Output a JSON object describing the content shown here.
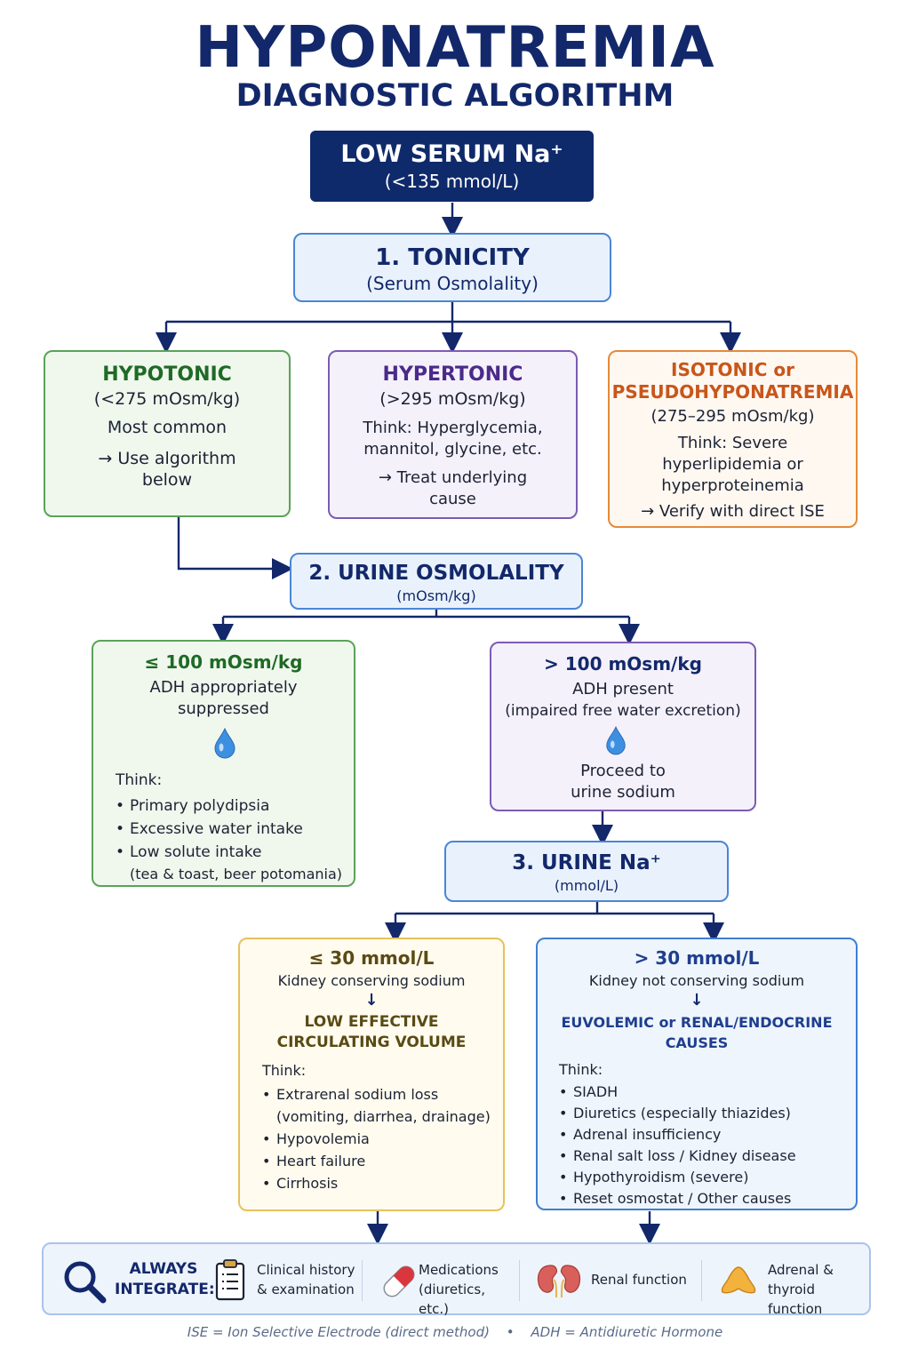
{
  "title": "HYPONATREMIA",
  "subtitle": "DIAGNOSTIC ALGORITHM",
  "start": {
    "line1": "LOW SERUM Na⁺",
    "line2": "(<135 mmol/L)"
  },
  "step1": {
    "title": "1. TONICITY",
    "sub": "(Serum Osmolality)"
  },
  "hypotonic": {
    "title": "HYPOTONIC",
    "range": "(<275 mOsm/kg)",
    "note": "Most common",
    "action1": "→ Use algorithm",
    "action2": "below"
  },
  "hypertonic": {
    "title": "HYPERTONIC",
    "range": "(>295 mOsm/kg)",
    "think1": "Think: Hyperglycemia,",
    "think2": "mannitol, glycine, etc.",
    "action1": "→ Treat underlying",
    "action2": "cause"
  },
  "isotonic": {
    "title1": "ISOTONIC or",
    "title2": "PSEUDOHYPONATREMIA",
    "range": "(275–295 mOsm/kg)",
    "think1": "Think: Severe",
    "think2": "hyperlipidemia or",
    "think3": "hyperproteinemia",
    "action": "→ Verify with direct ISE"
  },
  "step2": {
    "title": "2. URINE OSMOLALITY",
    "sub": "(mOsm/kg)"
  },
  "low_uosm": {
    "title": "≤ 100 mOsm/kg",
    "desc1": "ADH appropriately",
    "desc2": "suppressed",
    "think": "Think:",
    "items": [
      "Primary polydipsia",
      "Excessive water intake",
      "Low solute intake"
    ],
    "extra": "(tea & toast, beer potomania)"
  },
  "high_uosm": {
    "title": "> 100 mOsm/kg",
    "desc1": "ADH present",
    "desc2": "(impaired free water excretion)",
    "proceed1": "Proceed to",
    "proceed2": "urine sodium"
  },
  "step3": {
    "title": "3. URINE Na⁺",
    "sub": "(mmol/L)"
  },
  "low_una": {
    "title": "≤ 30 mmol/L",
    "desc": "Kidney conserving sodium",
    "arrow": "↓",
    "head1": "LOW EFFECTIVE",
    "head2": "CIRCULATING VOLUME",
    "think": "Think:",
    "items": [
      "Extrarenal sodium loss",
      "Hypovolemia",
      "Heart failure",
      "Cirrhosis"
    ],
    "item1_extra": "(vomiting, diarrhea, drainage)"
  },
  "high_una": {
    "title": "> 30 mmol/L",
    "desc": "Kidney not conserving sodium",
    "arrow": "↓",
    "head1": "EUVOLEMIC or RENAL/ENDOCRINE",
    "head2": "CAUSES",
    "think": "Think:",
    "items": [
      "SIADH",
      "Diuretics (especially thiazides)",
      "Adrenal insufficiency",
      "Renal salt loss / Kidney disease",
      "Hypothyroidism (severe)",
      "Reset osmostat / Other causes"
    ]
  },
  "integrate": {
    "label1": "ALWAYS",
    "label2": "INTEGRATE:",
    "items": [
      {
        "l1": "Clinical history",
        "l2": "& examination"
      },
      {
        "l1": "Medications",
        "l2": "(diuretics, etc.)"
      },
      {
        "l1": "Renal function",
        "l2": ""
      },
      {
        "l1": "Adrenal &",
        "l2": "thyroid function"
      }
    ]
  },
  "footer": {
    "ise": "ISE = Ion Selective Electrode (direct method)",
    "dot": "•",
    "adh": "ADH = Antidiuretic Hormone"
  },
  "colors": {
    "navy": "#0f2a6b",
    "green": "#5aa25a",
    "purple": "#7d5bb3",
    "orange": "#e58a3a",
    "yellow": "#e6c25a",
    "blue": "#4a86d4"
  },
  "icons": [
    "water-drop-icon",
    "magnifier-icon",
    "clipboard-icon",
    "pill-icon",
    "kidney-icon",
    "thyroid-icon"
  ]
}
